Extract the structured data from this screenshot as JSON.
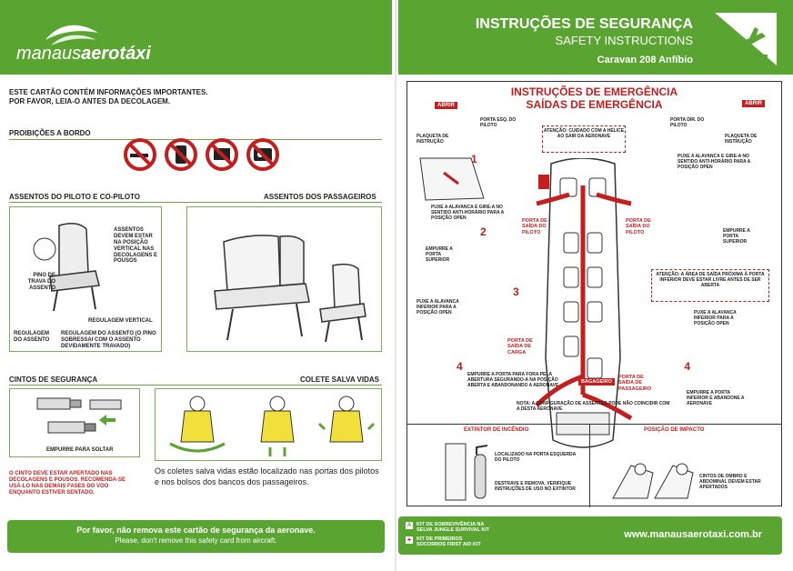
{
  "brand": {
    "name_light": "manaus",
    "name_bold": "aerotáxi"
  },
  "header": {
    "title": "INSTRUÇÕES DE SEGURANÇA",
    "subtitle": "SAFETY INSTRUCTIONS",
    "aircraft": "Caravan 208 Anfíbio"
  },
  "left": {
    "intro_line1": "ESTE CARTÃO CONTÉM INFORMAÇÕES IMPORTANTES.",
    "intro_line2": "POR FAVOR, LEIA-O ANTES DA DECOLAGEM.",
    "prohib_title": "PROIBIÇÕES A BORDO",
    "pilot_seat_title": "ASSENTOS DO PILOTO E CO-PILOTO",
    "pax_seat_title": "ASSENTOS DOS PASSAGEIROS",
    "seat_note1": "ASSENTOS DEVEM ESTAR NA POSIÇÃO VERTICAL NAS DECOLAGENS E POUSOS",
    "seat_note2": "PINO DE TRAVA DO ASSENTO",
    "seat_note3": "REGULAGEM VERTICAL",
    "seat_note4": "REGULAGEM DO ASSENTO",
    "seat_note5": "REGULAGEM DO ASSENTO (O PINO SOBRESSAI COM O ASSENTO DEVIDAMENTE TRAVADO)",
    "seat_belts_title": "CINTOS DE SEGURANÇA",
    "life_vest_title": "COLETE SALVA VIDAS",
    "belt_caption": "EMPURRE PARA SOLTAR",
    "belt_note": "O CINTO DEVE ESTAR APERTADO NAS DECOLAGENS E POUSOS. RECOMENDA-SE USÁ-LO NAS DEMAIS FASES DO VOO ENQUANTO ESTIVER SENTADO.",
    "vest_note": "Os coletes salva vidas estão localizado nas portas dos pilotos e nos bolsos dos bancos dos passageiros.",
    "footer_pt": "Por favor, não remova este cartão de segurança da aeronave.",
    "footer_en": "Please, don't remove this safety card from aircraft."
  },
  "emergency": {
    "title1": "INSTRUÇÕES DE EMERGÊNCIA",
    "title2": "SAÍDAS DE EMERGÊNCIA",
    "abrir": "ABRIR",
    "porta_esq": "PORTA ESQ. DO PILOTO",
    "porta_dir": "PORTA DIR. DO PILOTO",
    "plaqueta": "PLAQUETA DE INSTRUÇÃO",
    "atencao_helice": "ATENÇÃO: CUIDADO COM A HÉLICE AO SAIR DA AERONAVE",
    "puxe_alavanca": "PUXE A ALAVANCA E GIRE-A NO SENTIDO ANTI-HORÁRIO PARA A POSIÇÃO OPEN",
    "empurre_sup": "EMPURRE A PORTA SUPERIOR",
    "porta_saida_piloto": "PORTA DE SAÍDA DO PILOTO",
    "atencao_area": "ATENÇÃO: A ÁREA DE SAÍDA PRÓXIMA À PORTA INFERIOR DEVE ESTAR LIVRE ANTES DE SER ABERTA",
    "puxe_inferior": "PUXE A ALAVANCA INFERIOR PARA A POSIÇÃO OPEN",
    "porta_carga": "PORTA DE SAÍDA DE CARGA",
    "empurre_fora": "EMPURRE A PORTA PARA FORA PELA ABERTURA SEGURANDO-A NA POSIÇÃO ABERTA E ABANDONANDO A AERONAVE",
    "bagageiro": "BAGAGEIRO",
    "porta_pax": "PORTA DE SAÍDA DE PASSAGEIRO",
    "empurre_inf": "EMPURRE A PORTA INFERIOR E ABANDONE A AERONAVE",
    "nota": "NOTA: A CONFIGURAÇÃO DE ASSENTOS PODE NÃO COINCIDIR COM A DESTA AERONAVE",
    "num1": "1",
    "num2": "2",
    "num3": "3",
    "num4": "4"
  },
  "extinguisher": {
    "title": "EXTINTOR DE INCÊNDIO",
    "loc": "LOCALIZADO NA PORTA ESQUERDA DO PILOTO",
    "instr": "DESTRAVE E REMOVA. VERIFIQUE INSTRUÇÕES DE USO NO EXTINTOR"
  },
  "impact": {
    "title": "POSIÇÃO DE IMPACTO",
    "note": "CINTOS DE OMBRO E ABDOMINAL DEVEM ESTAR APERTADOS"
  },
  "kits": {
    "a_label": "A",
    "a_text": "KIT DE SOBREVIVÊNCIA NA SELVA JUNGLE SURVIVAL KIT",
    "b_text": "KIT DE PRIMEIROS SOCORROS FIRST AID KIT"
  },
  "website": "www.manausaerotaxi.com.br",
  "colors": {
    "green": "#5aa531",
    "red": "#c41e1e"
  }
}
